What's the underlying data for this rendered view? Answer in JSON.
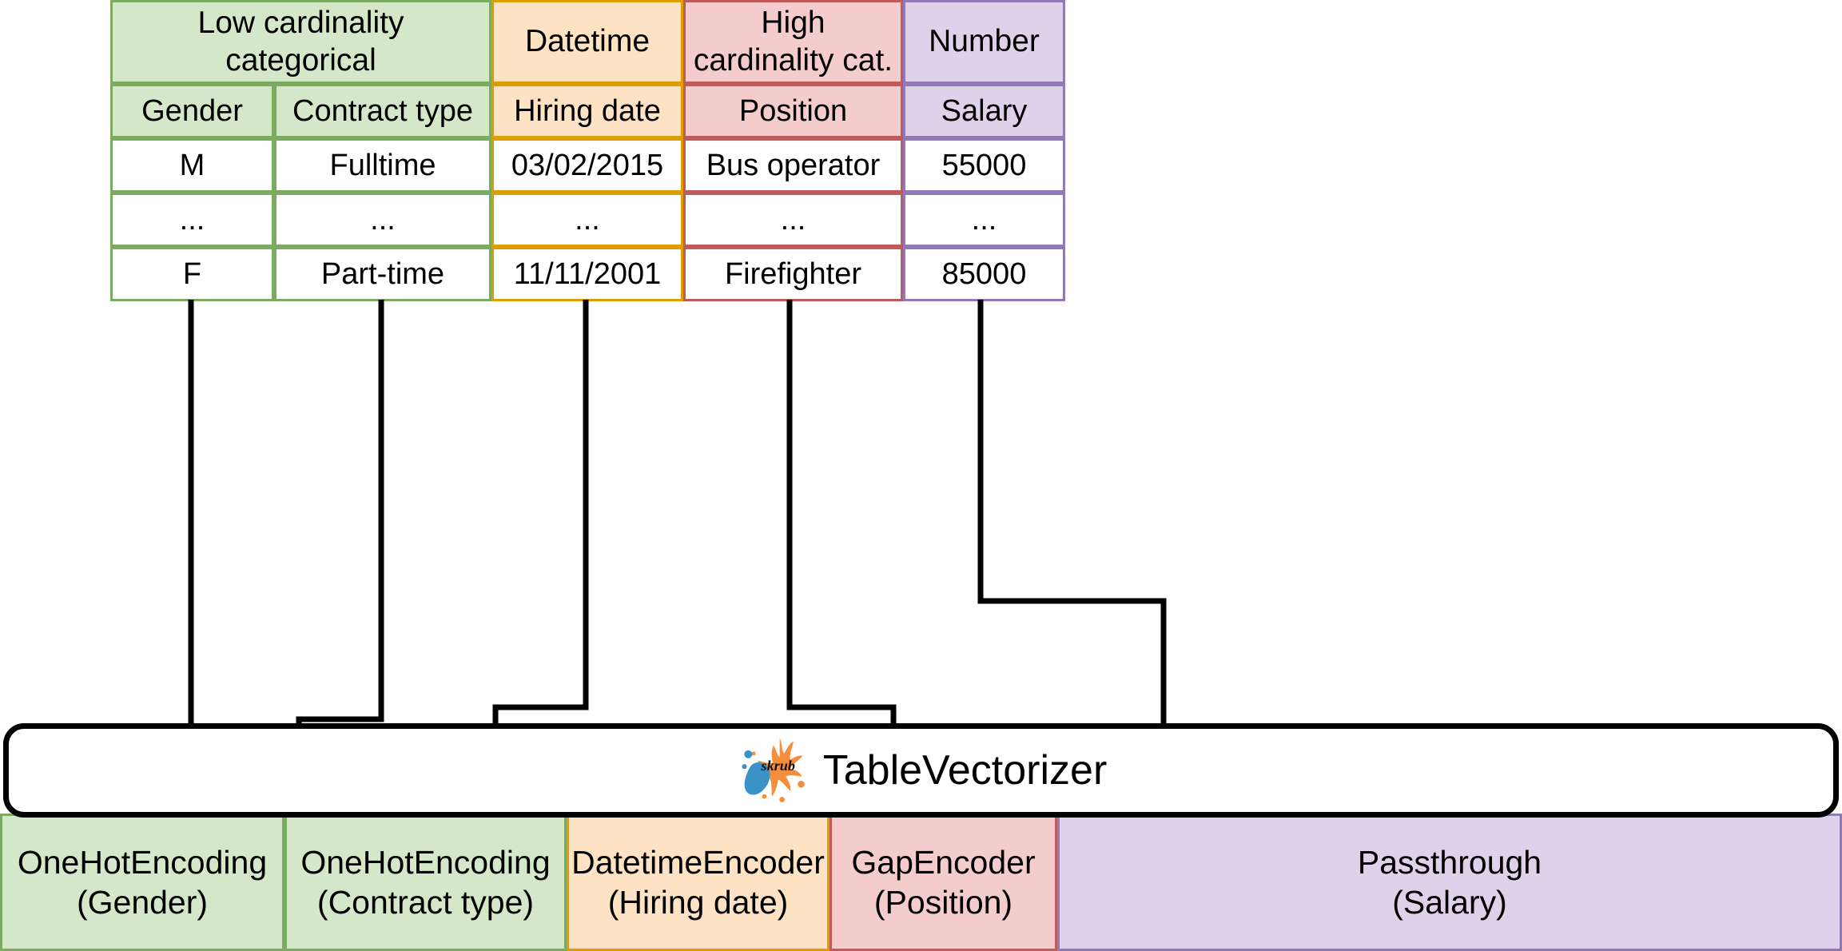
{
  "table": {
    "group_headers": [
      {
        "label": "Low cardinality\ncategorical",
        "color": "#d4e8c9",
        "border": "#7aab61"
      },
      {
        "label": "Datetime",
        "color": "#fde2c4",
        "border": "#dd9d00"
      },
      {
        "label": "High\ncardinality cat.",
        "color": "#f5cccc",
        "border": "#c05b5b"
      },
      {
        "label": "Number",
        "color": "#ded2ea",
        "border": "#9179b5"
      }
    ],
    "columns": [
      "Gender",
      "Contract type",
      "Hiring date",
      "Position",
      "Salary"
    ],
    "rows": [
      [
        "M",
        "Fulltime",
        "03/02/2015",
        "Bus operator",
        "55000"
      ],
      [
        "...",
        "...",
        "...",
        "...",
        "..."
      ],
      [
        "F",
        "Part-time",
        "11/11/2001",
        "Firefighter",
        "85000"
      ]
    ]
  },
  "vectorizer": {
    "label": "TableVectorizer",
    "logo_name": "skrub",
    "logo_blob_color": "#3a92c6",
    "logo_splash_color": "#f58e3c"
  },
  "encoders": [
    {
      "line1": "OneHotEncoding",
      "line2": "(Gender)",
      "color": "#d4e8c9",
      "border": "#7aab61"
    },
    {
      "line1": "OneHotEncoding",
      "line2": "(Contract type)",
      "color": "#d4e8c9",
      "border": "#7aab61"
    },
    {
      "line1": "DatetimeEncoder",
      "line2": "(Hiring date)",
      "color": "#fde2c4",
      "border": "#dd9d00"
    },
    {
      "line1": "GapEncoder",
      "line2": "(Position)",
      "color": "#f5cccc",
      "border": "#c05b5b"
    },
    {
      "line1": "Passthrough",
      "line2": "(Salary)",
      "color": "#ded2ea",
      "border": "#9179b5"
    }
  ],
  "connectors": {
    "stroke": "#000000",
    "width": 7
  }
}
